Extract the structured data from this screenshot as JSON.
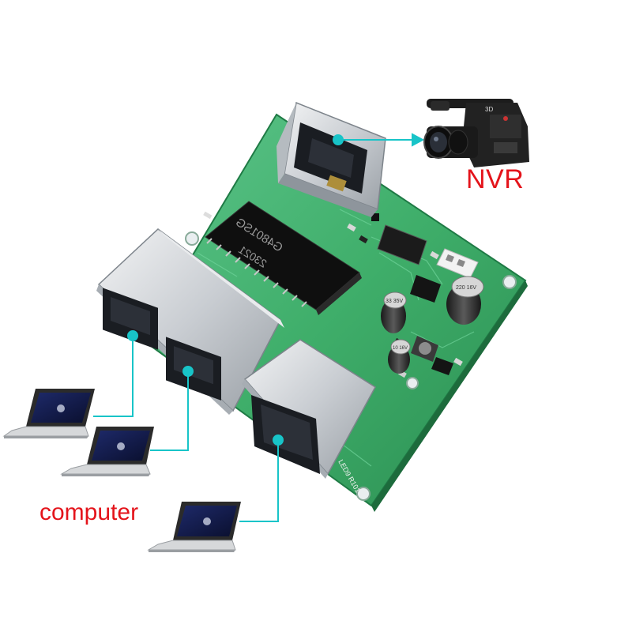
{
  "labels": {
    "nvr": "NVR",
    "computer": "computer"
  },
  "chip_markings": {
    "line1": "G4801SG",
    "line2": "23021"
  },
  "silkscreen": {
    "version": "LED9 R101"
  },
  "camera_badge": "3D",
  "capacitor_marks": {
    "c1": "33 35V",
    "c2": "220 16V",
    "c3": "10 16V"
  },
  "colors": {
    "pcb_green": "#3fae6a",
    "connector_line": "#18c4c8",
    "label_red": "#e4141b",
    "port_metal": "#c9cdd2"
  },
  "icons": {
    "camera": "video-camera-icon",
    "laptop": "laptop-icon",
    "board": "ethernet-switch-board"
  }
}
